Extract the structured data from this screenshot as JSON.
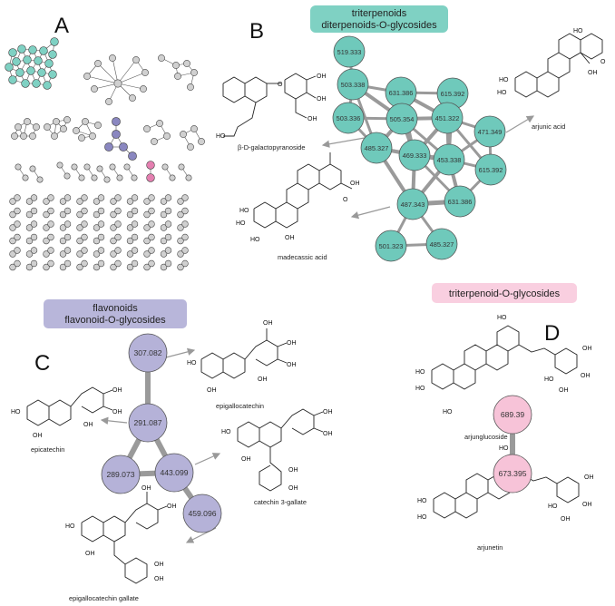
{
  "panels": {
    "a": {
      "letter": "A"
    },
    "b": {
      "letter": "B",
      "header": [
        "triterpenoids",
        "diterpenoids-O-glycosides"
      ],
      "header_color": "#7fd1c3",
      "node_color": "#6fc9bb",
      "nodes": [
        "519.333",
        "503.338",
        "631.386",
        "615.392",
        "503.336",
        "505.354",
        "451.322",
        "471.349",
        "485.327",
        "469.333",
        "453.338",
        "615.392",
        "487.343",
        "631.386",
        "501.323",
        "485.327"
      ],
      "compounds": [
        "β-D-galactopyranoside",
        "arjunic acid",
        "madecassic acid"
      ]
    },
    "c": {
      "letter": "C",
      "header": [
        "flavonoids",
        "flavonoid-O-glycosides"
      ],
      "header_color": "#b8b6da",
      "node_color": "#b5b2d8",
      "nodes": [
        "307.082",
        "291.087",
        "289.073",
        "443.099",
        "459.096"
      ],
      "compounds": [
        "epigallocatechin",
        "epicatechin",
        "catechin 3-gallate",
        "epigallocatechin gallate"
      ]
    },
    "d": {
      "letter": "D",
      "header": [
        "triterpenoid-O-glycosides"
      ],
      "header_color": "#f9cfe0",
      "node_color": "#f7c3d8",
      "nodes": [
        "689.39",
        "673.395"
      ],
      "compounds": [
        "arjunglucoside I",
        "arjunetin"
      ]
    }
  }
}
